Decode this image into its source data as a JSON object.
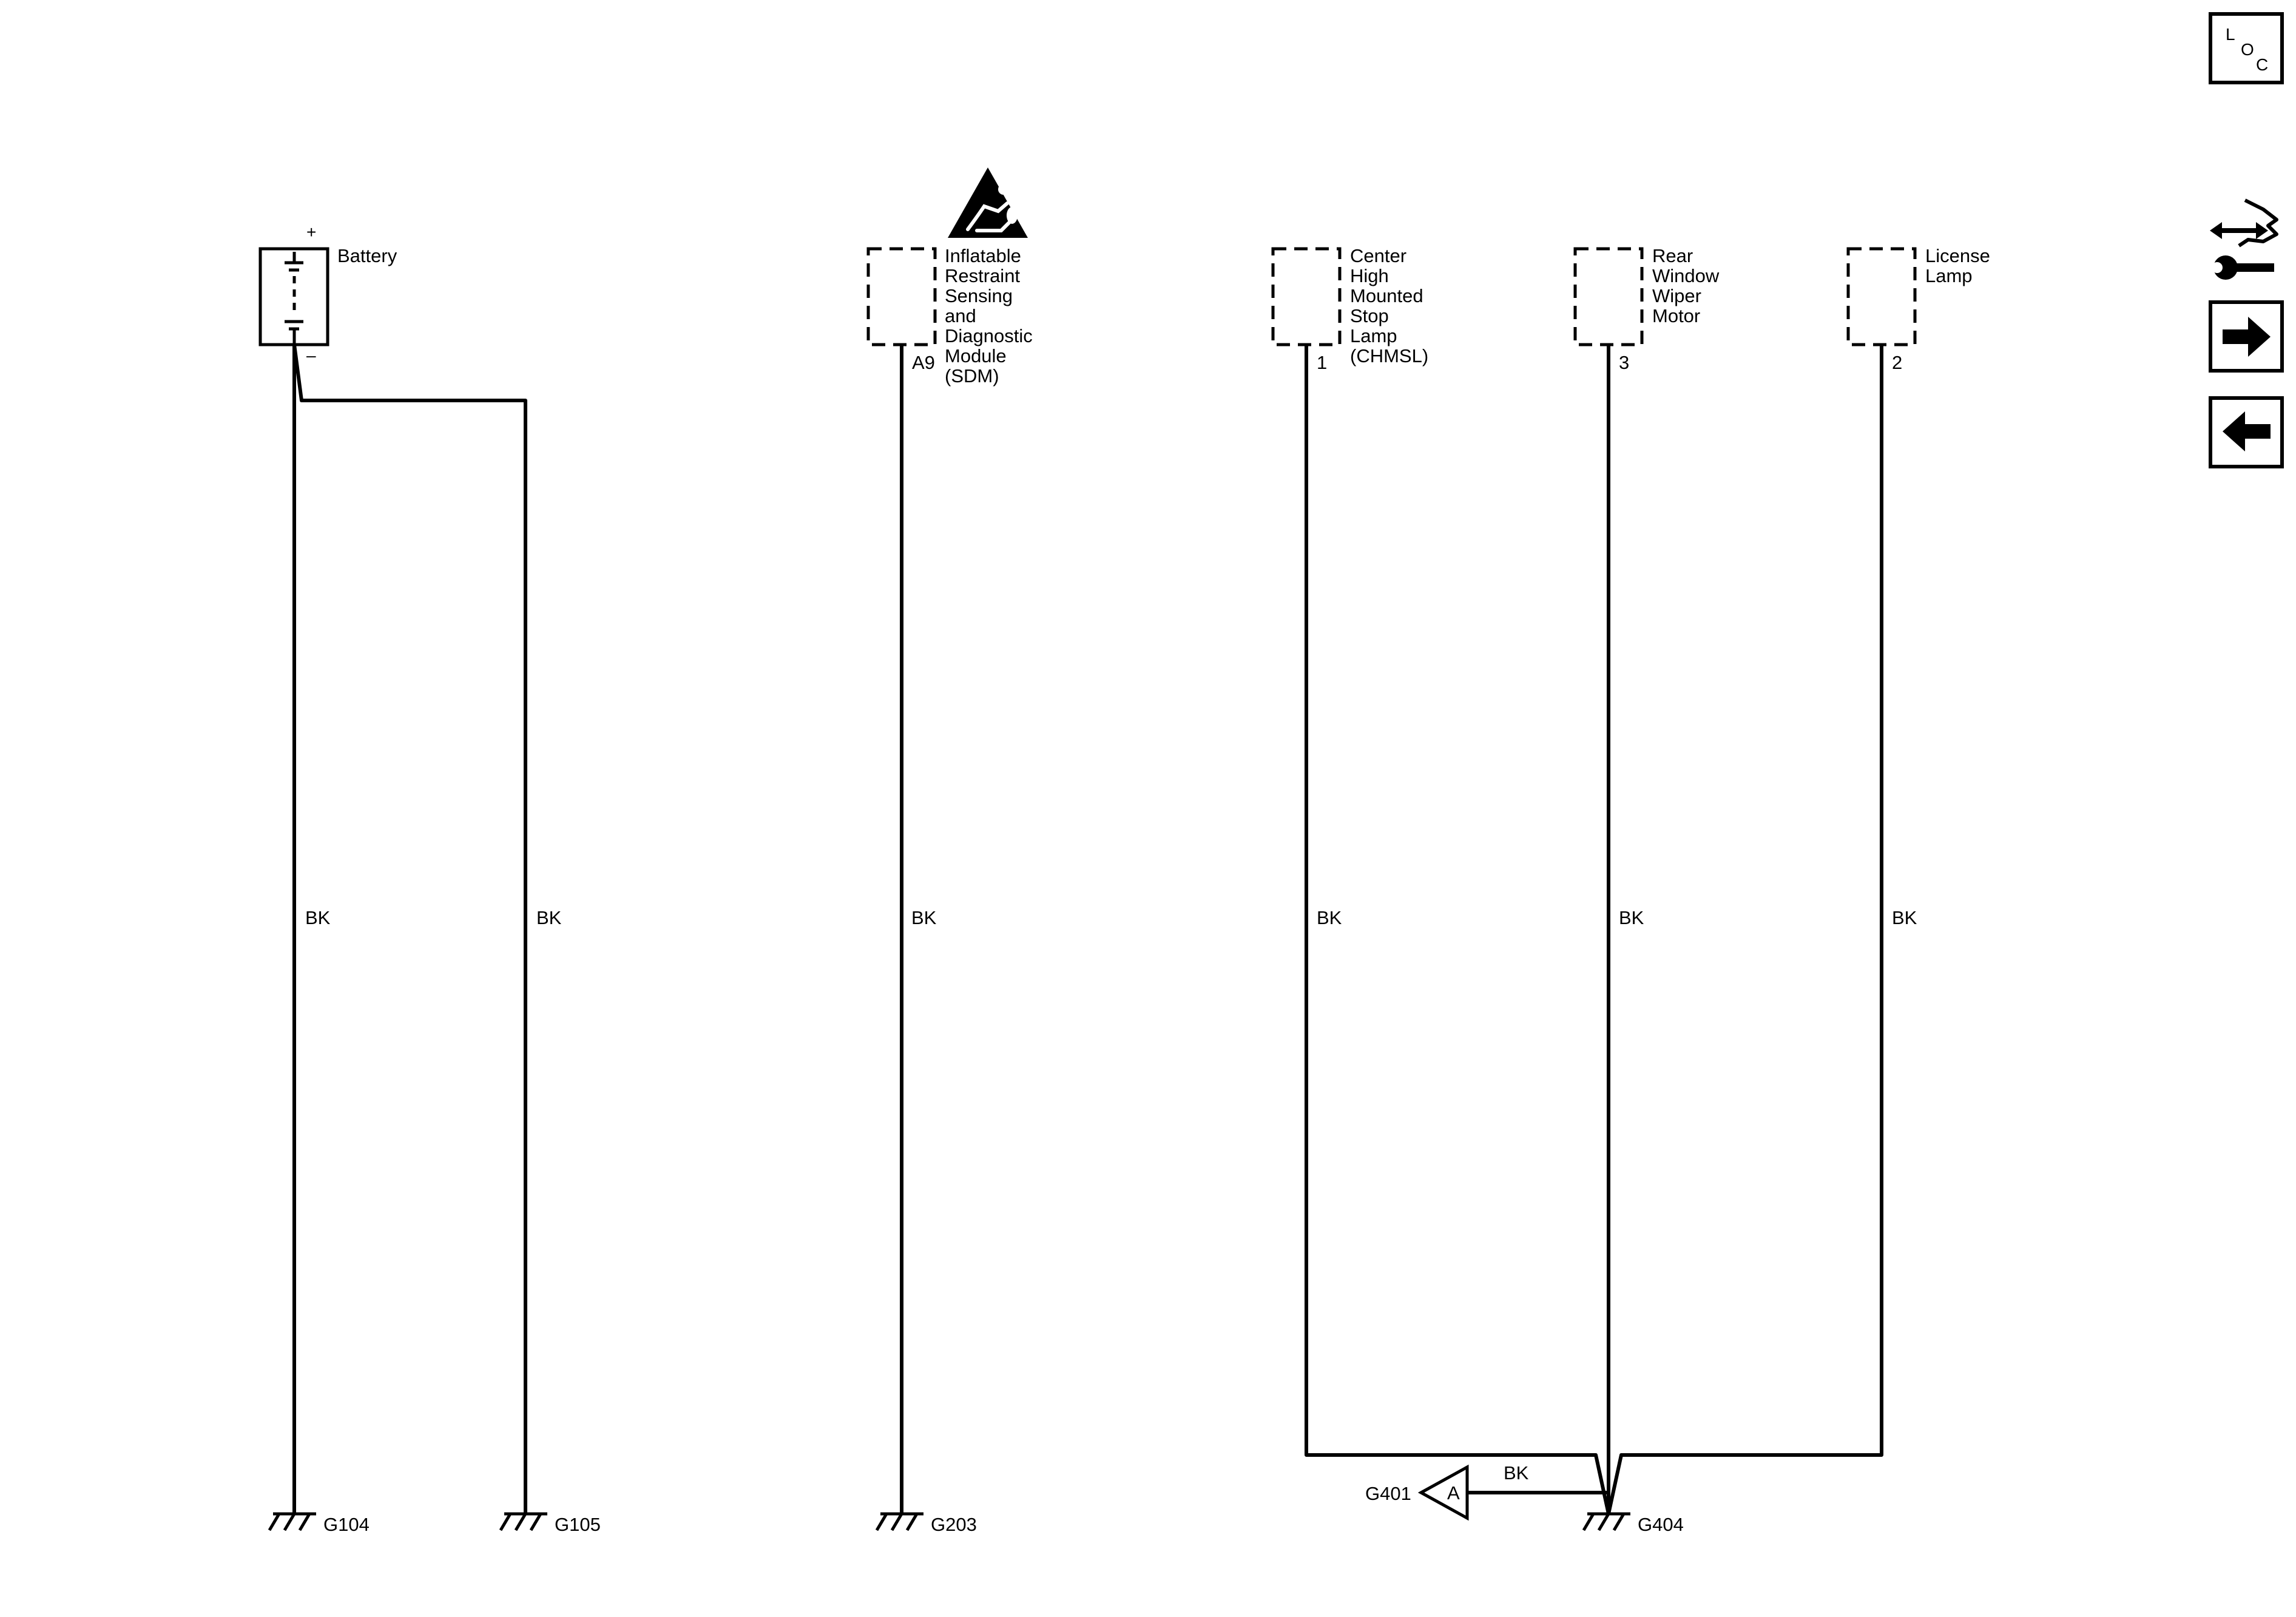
{
  "colors": {
    "ink": "#000000",
    "background": "#ffffff"
  },
  "nav": {
    "loc_letters": [
      "L",
      "O",
      "C"
    ],
    "tools_icon": "connector-wrench-icon",
    "next_icon": "arrow-right-icon",
    "prev_icon": "arrow-left-icon"
  },
  "components": {
    "battery": {
      "name": "Battery",
      "plus": "+",
      "minus": "–"
    },
    "sdm": {
      "name_lines": [
        "Inflatable",
        "Restraint",
        "Sensing",
        "and",
        "Diagnostic",
        "Module",
        "(SDM)"
      ],
      "pin": "A9",
      "warning_icon": "airbag-warning-icon"
    },
    "chmsl": {
      "name_lines": [
        "Center",
        "High",
        "Mounted",
        "Stop",
        "Lamp",
        "(CHMSL)"
      ],
      "pin": "1"
    },
    "wiper": {
      "name_lines": [
        "Rear",
        "Window",
        "Wiper",
        "Motor"
      ],
      "pin": "3"
    },
    "license": {
      "name_lines": [
        "License",
        "Lamp"
      ],
      "pin": "2"
    }
  },
  "wires": {
    "battery_main": "BK",
    "battery_g105": "BK",
    "sdm": "BK",
    "chmsl": "BK",
    "wiper": "BK",
    "license": "BK",
    "g401_link": "BK"
  },
  "grounds": {
    "g104": "G104",
    "g105": "G105",
    "g203": "G203",
    "g404": "G404",
    "g401": "G401",
    "g401_ref": "A"
  }
}
